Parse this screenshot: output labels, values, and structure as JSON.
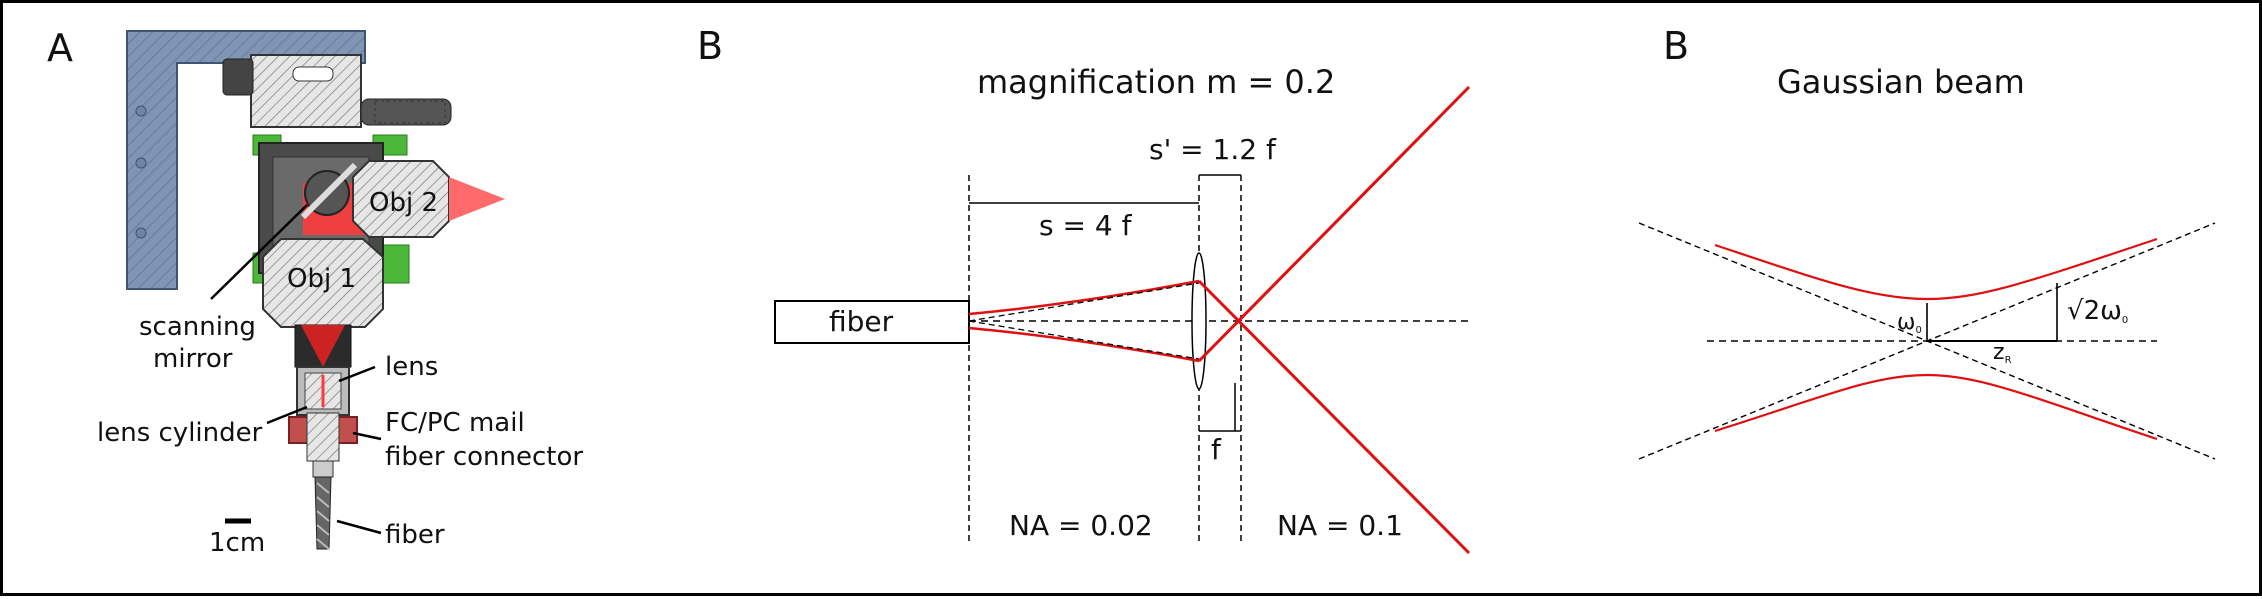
{
  "panelA": {
    "letter": "A",
    "labels": {
      "obj2": "Obj 2",
      "obj1": "Obj 1",
      "scanning": "scanning",
      "mirror": "mirror",
      "lens": "lens",
      "lens_cylinder": "lens cylinder",
      "fc_line1": "FC/PC mail",
      "fc_line2": "fiber connector",
      "fiber": "fiber",
      "scale": "1cm"
    },
    "colors": {
      "mount_blue": "#7f95b3",
      "holder_green": "#4cb83a",
      "beam_red": "#ff3b3b",
      "connector_red": "#c0504d"
    }
  },
  "panelB": {
    "letter": "B",
    "title": "magnification m = 0.2",
    "fiber": "fiber",
    "s_label": "s = 4 f",
    "s_prime_label": "s' = 1.2 f",
    "f_label": "f",
    "na_left": "NA = 0.02",
    "na_right": "NA = 0.1",
    "colors": {
      "ray": "#e01010"
    }
  },
  "panelC": {
    "letter": "B",
    "title": "Gaussian beam",
    "w0": "ω",
    "w0_sub": "0",
    "zr": "z",
    "zr_sub": "R",
    "sqrt2": "√2ω",
    "sqrt2_sub": "0",
    "colors": {
      "beam": "#e01010"
    }
  }
}
